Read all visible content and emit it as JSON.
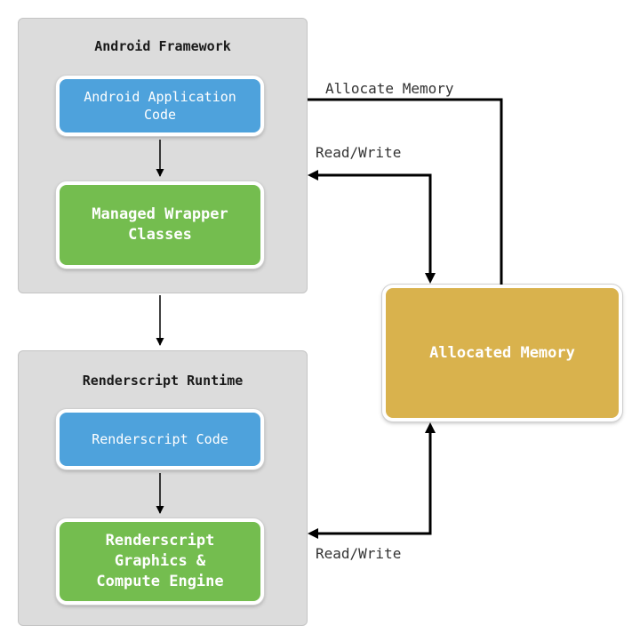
{
  "panels": {
    "framework": {
      "title": "Android Framework"
    },
    "runtime": {
      "title": "Renderscript Runtime"
    }
  },
  "nodes": {
    "app_code": "Android Application\nCode",
    "wrapper": "Managed Wrapper\nClasses",
    "rs_code": "Renderscript Code",
    "rs_engine": "Renderscript\nGraphics &\nCompute Engine",
    "memory": "Allocated Memory"
  },
  "edges": {
    "allocate": "Allocate Memory",
    "rw_top": "Read/Write",
    "rw_bottom": "Read/Write"
  },
  "colors": {
    "panel": "#dcdcdc",
    "blue_node": "#4ea2dc",
    "green_node": "#74bd4f",
    "memory_node": "#d9b24d",
    "edge": "#000000"
  }
}
